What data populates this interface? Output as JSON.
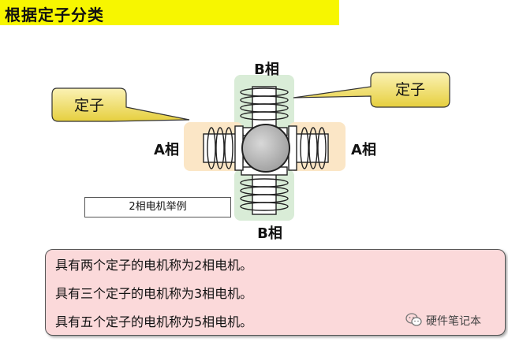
{
  "title": "根据定子分类",
  "labels": {
    "b_top": "B相",
    "b_bottom": "B相",
    "a_left": "A相",
    "a_right": "A相",
    "callout_left": "定子",
    "callout_right": "定子"
  },
  "example_caption": "2相电机举例",
  "notes": [
    "具有两个定子的电机称为2相电机。",
    "具有三个定子的电机称为3相电机。",
    "具有五个定子的电机称为5相电机。"
  ],
  "watermark": {
    "icon": "wechat-icon",
    "text": "硬件笔记本"
  },
  "colors": {
    "title_bg": "#f7f600",
    "callout_fill": "#f3e37a",
    "a_glow": "#fbe6c6",
    "b_glow": "#d9ecd7",
    "rotor": "#bdbdbd",
    "note_bg": "#fbd9da"
  }
}
